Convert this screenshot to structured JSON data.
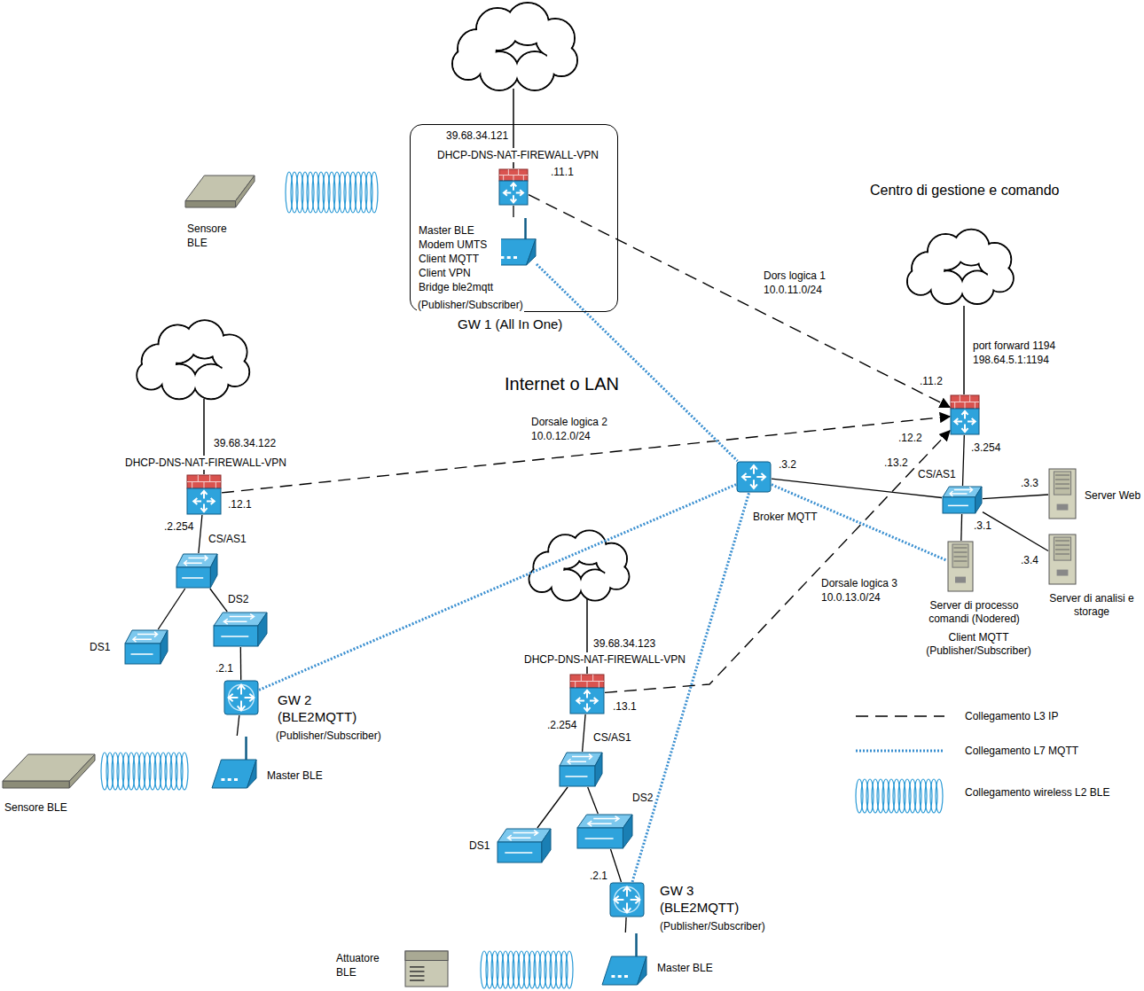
{
  "diagram": {
    "nodes": [
      {
        "text": [
          "GW 1 (All In One)"
        ]
      },
      {
        "text": [
          "39.68.34.121",
          "DHCP-DNS-NAT-FIREWALL-VPN",
          ".11.1"
        ],
        "in": 0
      },
      {
        "text": [
          "Master BLE Modem UMTS Client MQTT Client VPN Bridge ble2mqtt",
          "(Publisher/Subscriber)"
        ],
        "in": 0
      },
      {
        "text": [
          "Sensore BLE"
        ]
      },
      {
        "text": [
          "port forward 1194 198.64.5.1:1194",
          ".11.2",
          ".12.2",
          ".13.2",
          ".3.254"
        ]
      },
      {
        "text": [
          "CS/AS1"
        ]
      },
      {
        "text": [
          ".3.2",
          "Broker MQTT"
        ]
      },
      {
        "text": [
          "Server Web"
        ]
      },
      {
        "text": [
          "Server di processo comandi (Nodered)",
          "Client MQTT (Publisher/Subscriber)"
        ]
      },
      {
        "text": [
          "Server di analisi e storage"
        ]
      },
      {
        "text": [
          "39.68.34.122",
          "DHCP-DNS-NAT-FIREWALL-VPN",
          ".12.1",
          ".2.254"
        ]
      },
      {
        "text": [
          "CS/AS1"
        ]
      },
      {
        "text": [
          "DS1"
        ]
      },
      {
        "text": [
          "DS2"
        ]
      },
      {
        "text": [
          "GW 2 (BLE2MQTT)",
          "(Publisher/Subscriber)",
          ".2.1"
        ]
      },
      {
        "text": [
          "Master BLE"
        ]
      },
      {
        "text": [
          "Sensore BLE"
        ]
      },
      {
        "text": [
          "39.68.34.123",
          "DHCP-DNS-NAT-FIREWALL-VPN",
          ".13.1",
          ".2.254"
        ]
      },
      {
        "text": [
          "CS/AS1"
        ]
      },
      {
        "text": [
          "DS1"
        ]
      },
      {
        "text": [
          "DS2"
        ]
      },
      {
        "text": [
          "GW 3 (BLE2MQTT)",
          "(Publisher/Subscriber)",
          ".2.1"
        ]
      },
      {
        "text": [
          "Master BLE"
        ]
      },
      {
        "text": [
          "Attuatore BLE"
        ]
      }
    ],
    "edges": [
      {
        "from": 1,
        "to": 4,
        "arrow": "to",
        "label": "Dors logica 1 10.0.11.0/24"
      },
      {
        "from": 10,
        "to": 4,
        "arrow": "to",
        "label": "Dorsale logica 2 10.0.12.0/24"
      },
      {
        "from": 17,
        "to": 4,
        "arrow": "to",
        "label": "Dorsale logica 3 10.0.13.0/24"
      },
      {
        "from": 1,
        "to": 2,
        "arrow": "none"
      },
      {
        "from": 2,
        "to": 6,
        "arrow": "none"
      },
      {
        "from": 14,
        "to": 6,
        "arrow": "none"
      },
      {
        "from": 21,
        "to": 6,
        "arrow": "none"
      },
      {
        "from": 6,
        "to": 8,
        "arrow": "none"
      },
      {
        "from": 6,
        "to": 5,
        "arrow": "none"
      },
      {
        "from": 4,
        "to": 5,
        "arrow": "none"
      },
      {
        "from": 5,
        "to": 7,
        "arrow": "none"
      },
      {
        "from": 5,
        "to": 8,
        "arrow": "none"
      },
      {
        "from": 5,
        "to": 9,
        "arrow": "none"
      },
      {
        "from": 10,
        "to": 11,
        "arrow": "none"
      },
      {
        "from": 11,
        "to": 12,
        "arrow": "none"
      },
      {
        "from": 11,
        "to": 13,
        "arrow": "none"
      },
      {
        "from": 13,
        "to": 14,
        "arrow": "none"
      },
      {
        "from": 14,
        "to": 15,
        "arrow": "none"
      },
      {
        "from": 17,
        "to": 18,
        "arrow": "none"
      },
      {
        "from": 18,
        "to": 19,
        "arrow": "none"
      },
      {
        "from": 18,
        "to": 20,
        "arrow": "none"
      },
      {
        "from": 20,
        "to": 21,
        "arrow": "none"
      },
      {
        "from": 21,
        "to": 22,
        "arrow": "none"
      }
    ],
    "labels": [
      "Centro di gestione e comando",
      "Internet o LAN",
      ".3.3",
      ".3.1",
      ".3.4"
    ],
    "legend": [
      {
        "text": "Collegamento L3 IP"
      },
      {
        "text": "Collegamento L7 MQTT"
      },
      {
        "text": "Collegamento wireless L2 BLE"
      }
    ]
  }
}
